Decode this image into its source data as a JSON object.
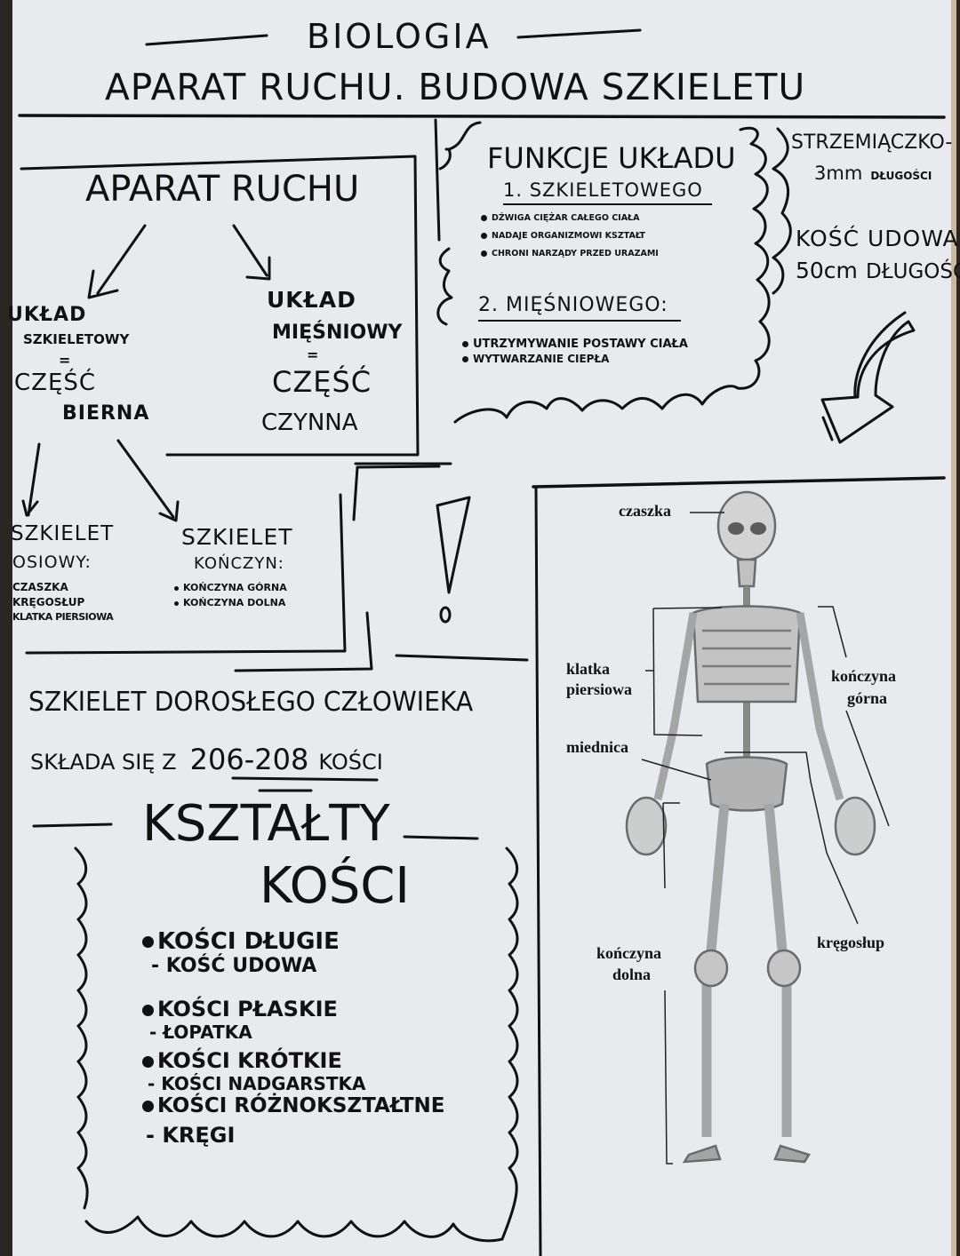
{
  "header": {
    "subject": "BIOLOGIA",
    "title": "APARAT RUCHU. BUDOWA SZKIELETU"
  },
  "aparat_ruchu": {
    "title": "APARAT RUCHU",
    "left_branch": {
      "line1": "UKŁAD",
      "line2": "SZKIELETOWY",
      "equals": "=",
      "line3": "CZĘŚĆ",
      "line4": "BIERNA"
    },
    "right_branch": {
      "line1": "UKŁAD",
      "line2": "MIĘŚNIOWY",
      "equals": "=",
      "line3": "CZĘŚĆ",
      "line4": "CZYNNA"
    }
  },
  "szkielet_split": {
    "osiowy": {
      "line1": "SZKIELET",
      "line2": "OSIOWY:",
      "items": [
        "CZASZKA",
        "KRĘGOSŁUP",
        "KLATKA PIERSIOWA"
      ]
    },
    "konczyn": {
      "line1": "SZKIELET",
      "line2": "KOŃCZYN:",
      "items": [
        "KOŃCZYNA GÓRNA",
        "KOŃCZYNA DOLNA"
      ]
    }
  },
  "funkcje": {
    "title": "FUNKCJE UKŁADU",
    "section1": {
      "heading": "1. SZKIELETOWEGO",
      "items": [
        "DŹWIGA CIĘŻAR CAŁEGO CIAŁA",
        "NADAJE ORGANIZMOWI KSZTAŁT",
        "CHRONI NARZĄDY PRZED URAZAMI"
      ]
    },
    "section2": {
      "heading": "2. MIĘŚNIOWEGO:",
      "items": [
        "UTRZYMYWANIE POSTAWY CIAŁA",
        "WYTWARZANIE CIEPŁA"
      ]
    }
  },
  "facts": {
    "fact1_line1": "STRZEMIĄCZKO-",
    "fact1_line2_value": "3mm",
    "fact1_line2_label": "DŁUGOŚCI",
    "fact2_line1": "KOŚĆ UDOWA",
    "fact2_line2_value": "50cm",
    "fact2_line2_label": "DŁUGOŚCI"
  },
  "exclamation": "!",
  "adult_skeleton": {
    "line1": "SZKIELET DOROSŁEGO CZŁOWIEKA",
    "line2_prefix": "SKŁADA SIĘ Z",
    "line2_count": "206-208",
    "line2_suffix": "KOŚCI"
  },
  "ksztalty": {
    "title_line1": "KSZTAŁTY",
    "title_line2": "KOŚCI",
    "items": [
      {
        "type": "KOŚCI DŁUGIE",
        "example": "- KOŚĆ UDOWA"
      },
      {
        "type": "KOŚCI PŁASKIE",
        "example": "- ŁOPATKA"
      },
      {
        "type": "KOŚCI KRÓTKIE",
        "example": "- KOŚCI NADGARSTKA"
      },
      {
        "type": "KOŚCI RÓŻNOKSZTAŁTNE",
        "example": "- KRĘGI"
      }
    ]
  },
  "skeleton_diagram": {
    "labels": {
      "skull": "czaszka",
      "ribcage_1": "klatka",
      "ribcage_2": "piersiowa",
      "upper_limb_1": "kończyna",
      "upper_limb_2": "górna",
      "pelvis": "miednica",
      "lower_limb_1": "kończyna",
      "lower_limb_2": "dolna",
      "spine": "kręgosłup"
    }
  }
}
